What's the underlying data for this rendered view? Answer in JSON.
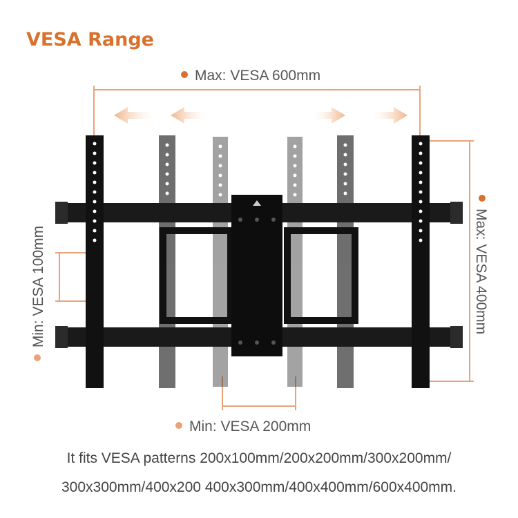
{
  "title": "VESA Range",
  "labels": {
    "max_width": "Max: VESA 600mm",
    "max_height": "Max: VESA 400mm",
    "min_height": "Min: VESA 100mm",
    "min_width": "Min: VESA 200mm"
  },
  "caption": {
    "line1": "It fits VESA patterns 200x100mm/200x200mm/300x200mm/",
    "line2": "300x300mm/400x200 400x300mm/400x400mm/600x400mm."
  },
  "colors": {
    "accent": "#d9702c",
    "accent_light": "#e9a37b",
    "arrow": "#f0b48a"
  }
}
